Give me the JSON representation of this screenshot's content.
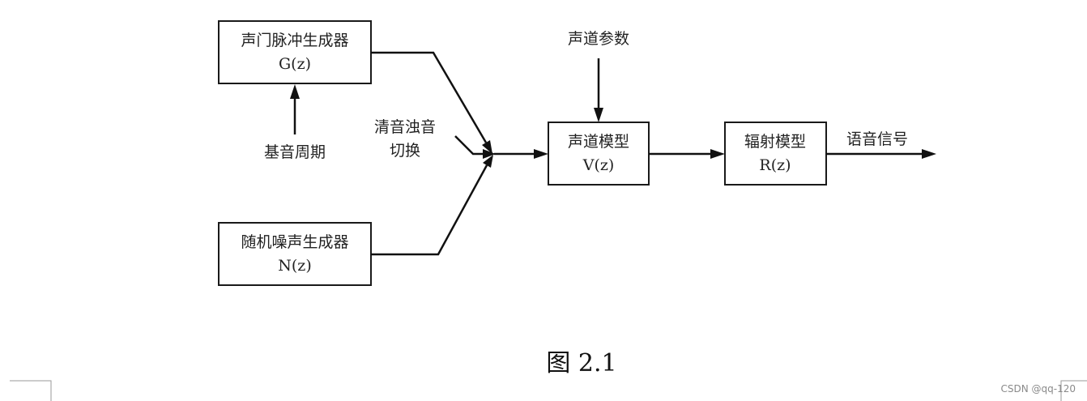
{
  "diagram": {
    "nodes": {
      "glottal": {
        "name": "声门脉冲生成器",
        "func": "G(z)"
      },
      "noise": {
        "name": "随机噪声生成器",
        "func": "N(z)"
      },
      "vocal_tract": {
        "name": "声道模型",
        "func": "V(z)"
      },
      "radiation": {
        "name": "辐射模型",
        "func": "R(z)"
      }
    },
    "labels": {
      "pitch_period": "基音周期",
      "switch_line1": "清音浊音",
      "switch_line2": "切换",
      "tract_params": "声道参数",
      "speech_signal": "语音信号"
    },
    "edges": [
      {
        "from": "pitch_period",
        "to": "glottal"
      },
      {
        "from": "glottal",
        "to": "junction"
      },
      {
        "from": "noise",
        "to": "junction"
      },
      {
        "from": "switch",
        "to": "junction"
      },
      {
        "from": "junction",
        "to": "vocal_tract"
      },
      {
        "from": "tract_params",
        "to": "vocal_tract"
      },
      {
        "from": "vocal_tract",
        "to": "radiation"
      },
      {
        "from": "radiation",
        "to": "speech_signal"
      }
    ]
  },
  "caption": "图 2.1",
  "watermark": "CSDN @qq-120"
}
